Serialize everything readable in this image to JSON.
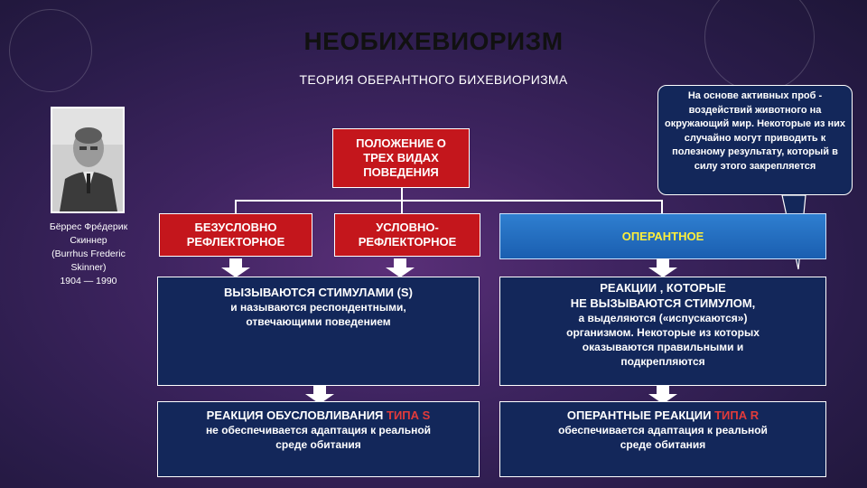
{
  "title": "НЕОБИХЕВИОРИЗМ",
  "subtitle": "ТЕОРИЯ ОБЕРАНТНОГО БИХЕВИОРИЗМА",
  "portrait_caption": [
    "Бёррес Фрéдерик",
    "Скиннер",
    "(Burrhus Frederic",
    "Skinner)",
    "1904 — 1990"
  ],
  "callout": "На основе активных проб - воздействий животного на окружающий мир. Некоторые из них случайно могут приводить к полезному результату, который в силу этого закрепляется",
  "root_box": [
    "ПОЛОЖЕНИЕ О",
    "ТРЕХ ВИДАХ",
    "ПОВЕДЕНИЯ"
  ],
  "types": {
    "unconditioned": [
      "БЕЗУСЛОВНО",
      "РЕФЛЕКТОРНОЕ"
    ],
    "conditioned": [
      "УСЛОВНО-",
      "РЕФЛЕКТОРНОЕ"
    ],
    "operant": "ОПЕРАНТНОЕ"
  },
  "respondent": {
    "lead": "ВЫЗЫВАЮТСЯ СТИМУЛАМИ (S)",
    "lines": [
      "и называются респондентными,",
      "отвечающими поведением"
    ]
  },
  "operant_reactions": {
    "lead_lines": [
      "РЕАКЦИИ , КОТОРЫЕ",
      "НЕ ВЫЗЫВАЮТСЯ СТИМУЛОМ,"
    ],
    "lines": [
      "а выделяются («испускаются»)",
      "организмом. Некоторые из которых",
      "оказываются правильными и",
      "подкрепляются"
    ]
  },
  "type_s": {
    "lead": "РЕАКЦИЯ ОБУСЛОВЛИВАНИЯ ",
    "lead_highlight": "ТИПА S",
    "lines": [
      "не обеспечивается адаптация к реальной",
      "среде обитания"
    ]
  },
  "type_r": {
    "lead": "ОПЕРАНТНЫЕ РЕАКЦИИ ",
    "lead_highlight": "ТИПА R",
    "lines": [
      "обеспечивается адаптация к реальной",
      "среде обитания"
    ]
  },
  "colors": {
    "accent_red": "#c4161c",
    "navy": "#13275a",
    "operant_blue": "#1a5eb0",
    "operant_text": "#ffef3a",
    "highlight": "#e23b3b"
  }
}
